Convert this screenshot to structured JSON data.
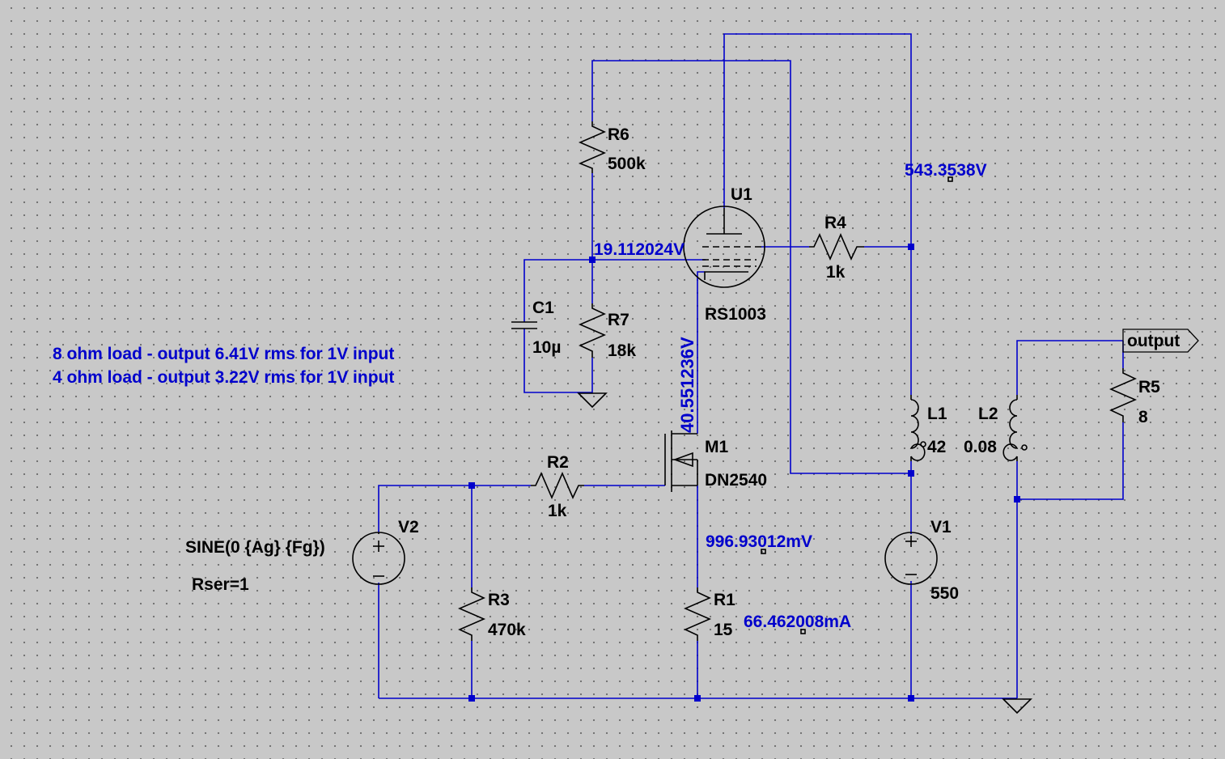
{
  "notes": {
    "line1": "8 ohm load - output 6.41V rms for 1V input",
    "line2": "4 ohm load  - output 3.22V rms for 1V input"
  },
  "components": {
    "R6": {
      "ref": "R6",
      "value": "500k"
    },
    "R7": {
      "ref": "R7",
      "value": "18k"
    },
    "C1": {
      "ref": "C1",
      "value": "10µ"
    },
    "U1": {
      "ref": "U1",
      "value": "RS1003"
    },
    "R4": {
      "ref": "R4",
      "value": "1k"
    },
    "M1": {
      "ref": "M1",
      "value": "DN2540"
    },
    "R2": {
      "ref": "R2",
      "value": "1k"
    },
    "R3": {
      "ref": "R3",
      "value": "470k"
    },
    "R1": {
      "ref": "R1",
      "value": "15"
    },
    "V2": {
      "ref": "V2",
      "value": "SINE(0 {Ag} {Fg})",
      "extra": "Rser=1"
    },
    "V1": {
      "ref": "V1",
      "value": "550"
    },
    "L1": {
      "ref": "L1",
      "value": "42"
    },
    "L2": {
      "ref": "L2",
      "value": "0.08"
    },
    "R5": {
      "ref": "R5",
      "value": "8"
    }
  },
  "probes": {
    "plate_voltage": "543.3538V",
    "grid2_voltage": "19.112024V",
    "drain_voltage": "40.551236V",
    "source_voltage": "996.93012mV",
    "r1_current": "66.462008mA"
  },
  "net_labels": {
    "output": "output"
  },
  "colors": {
    "background": "#c8c8c8",
    "wire": "#0000cc",
    "component": "#000000",
    "probe_text": "#0000cc"
  }
}
